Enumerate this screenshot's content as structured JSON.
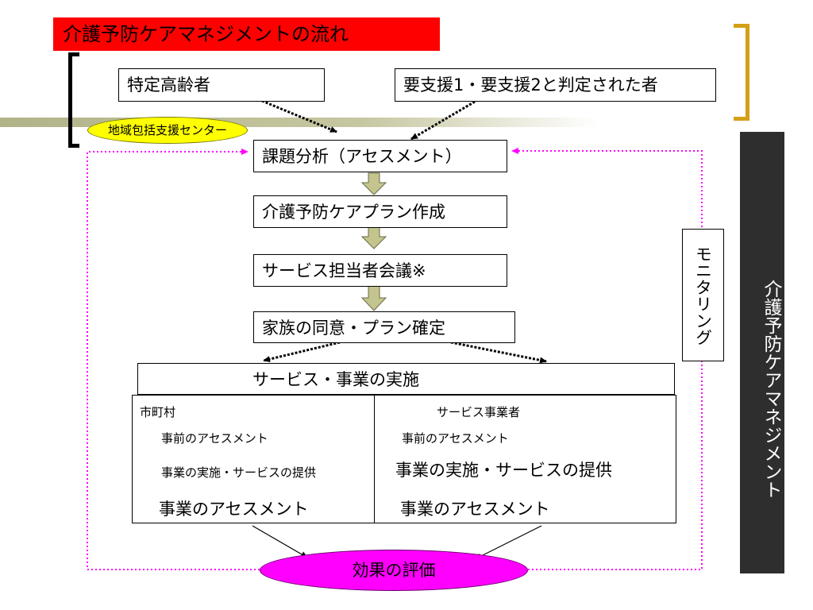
{
  "title": "介護予防ケアマネジメントの流れ",
  "top_left_box": "特定高齢者",
  "top_right_box": "要支援1・要支援2と判定された者",
  "center_label": "地域包括支援センター",
  "steps": [
    "課題分析（アセスメント）",
    "介護予防ケアプラン作成",
    "サービス担当者会議※",
    "家族の同意・プラン確定"
  ],
  "monitoring": "モニタリング",
  "side_label": "介護予防ケアマネジメント",
  "service_header": "サービス・事業の実施",
  "left_column": {
    "title": "市町村",
    "items": [
      "事前のアセスメント",
      "事業の実施・サービスの提供",
      "事業のアセスメント"
    ]
  },
  "right_column": {
    "title": "サービス事業者",
    "items": [
      "事前のアセスメント",
      "事業の実施・サービスの提供",
      "事業のアセスメント"
    ]
  },
  "evaluation": "効果の評価",
  "colors": {
    "title_bg": "#ff0000",
    "center_ellipse": "#ffff00",
    "evaluation_ellipse": "#ff00ff",
    "monitor_loop": "#ff00ff",
    "step_arrow": "#c4c48e",
    "side_panel": "#2e2e2e",
    "right_bracket": "#d4a017"
  }
}
